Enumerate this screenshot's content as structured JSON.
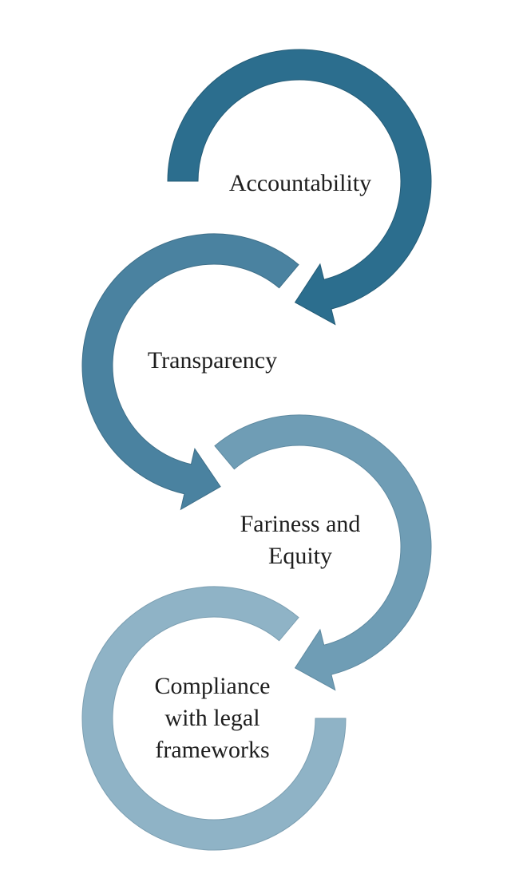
{
  "diagram": {
    "steps": [
      {
        "label_lines": [
          "Accountability"
        ],
        "color": "#2c6e8e",
        "stroke": "#245c77"
      },
      {
        "label_lines": [
          "Transparency"
        ],
        "color": "#4a82a0",
        "stroke": "#3e6f89"
      },
      {
        "label_lines": [
          "Fariness and",
          "Equity"
        ],
        "color": "#6f9db5",
        "stroke": "#5f8aa1"
      },
      {
        "label_lines": [
          "Compliance",
          "with legal",
          "frameworks"
        ],
        "color": "#8fb3c6",
        "stroke": "#7c9fb2"
      }
    ]
  }
}
